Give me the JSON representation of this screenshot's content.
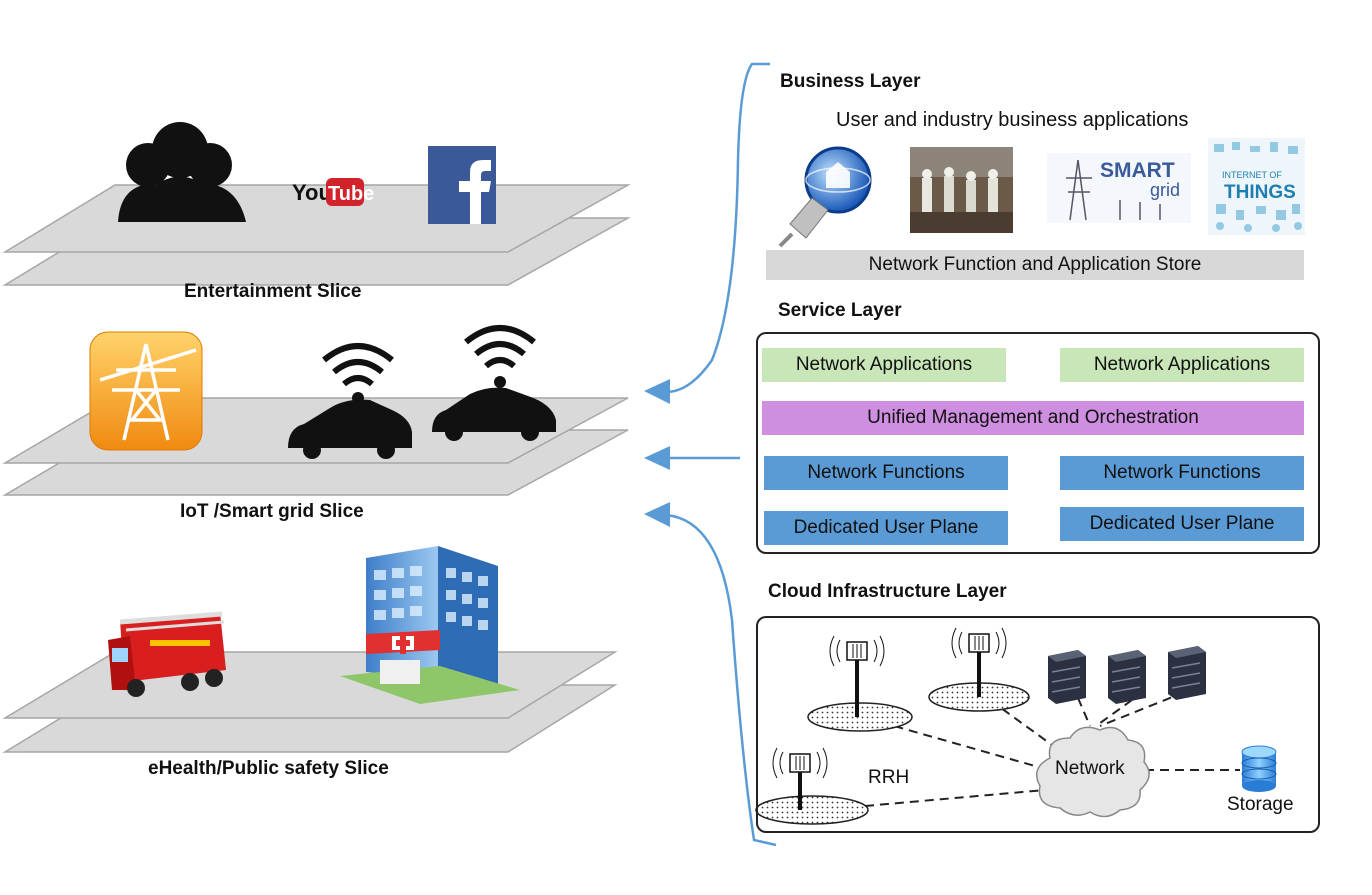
{
  "slices": {
    "entertainment": {
      "label": "Entertainment Slice",
      "youtube_you": "You",
      "youtube_tube": "Tube"
    },
    "iot": {
      "label": "IoT /Smart grid Slice"
    },
    "ehealth": {
      "label": "eHealth/Public safety Slice"
    }
  },
  "business_layer": {
    "title": "Business Layer",
    "subtitle": "User and industry business applications",
    "smart_grid_logo": {
      "smart": "SMART",
      "grid": "grid"
    },
    "iot_logo": {
      "internet_of": "INTERNET OF",
      "things": "THINGS"
    },
    "store_label": "Network Function and Application Store"
  },
  "service_layer": {
    "title": "Service Layer",
    "apps_left": "Network Applications",
    "apps_right": "Network Applications",
    "orchestration": "Unified Management and Orchestration",
    "functions_left": "Network Functions",
    "functions_right": "Network Functions",
    "user_plane_left": "Dedicated User Plane",
    "user_plane_right": "Dedicated User Plane"
  },
  "cloud_layer": {
    "title": "Cloud Infrastructure Layer",
    "network_label": "Network",
    "rrh_label": "RRH",
    "storage_label": "Storage"
  },
  "colors": {
    "arrow": "#5b9bd5",
    "green_chip": "#c8e6b8",
    "purple_chip": "#cf8fe0",
    "blue_chip": "#5b9bd5",
    "store_bar": "#d8d8d8",
    "business_bg": "#dcebf8"
  },
  "icons": [
    "people-icon",
    "youtube-logo",
    "facebook-logo",
    "power-tower-app-icon",
    "connected-car-icon",
    "fire-truck-icon",
    "hospital-icon",
    "globe-network-icon",
    "rescue-workers-photo",
    "smart-grid-logo",
    "internet-of-things-logo",
    "antenna-icon",
    "server-icon",
    "storage-database-icon",
    "cloud-icon"
  ]
}
